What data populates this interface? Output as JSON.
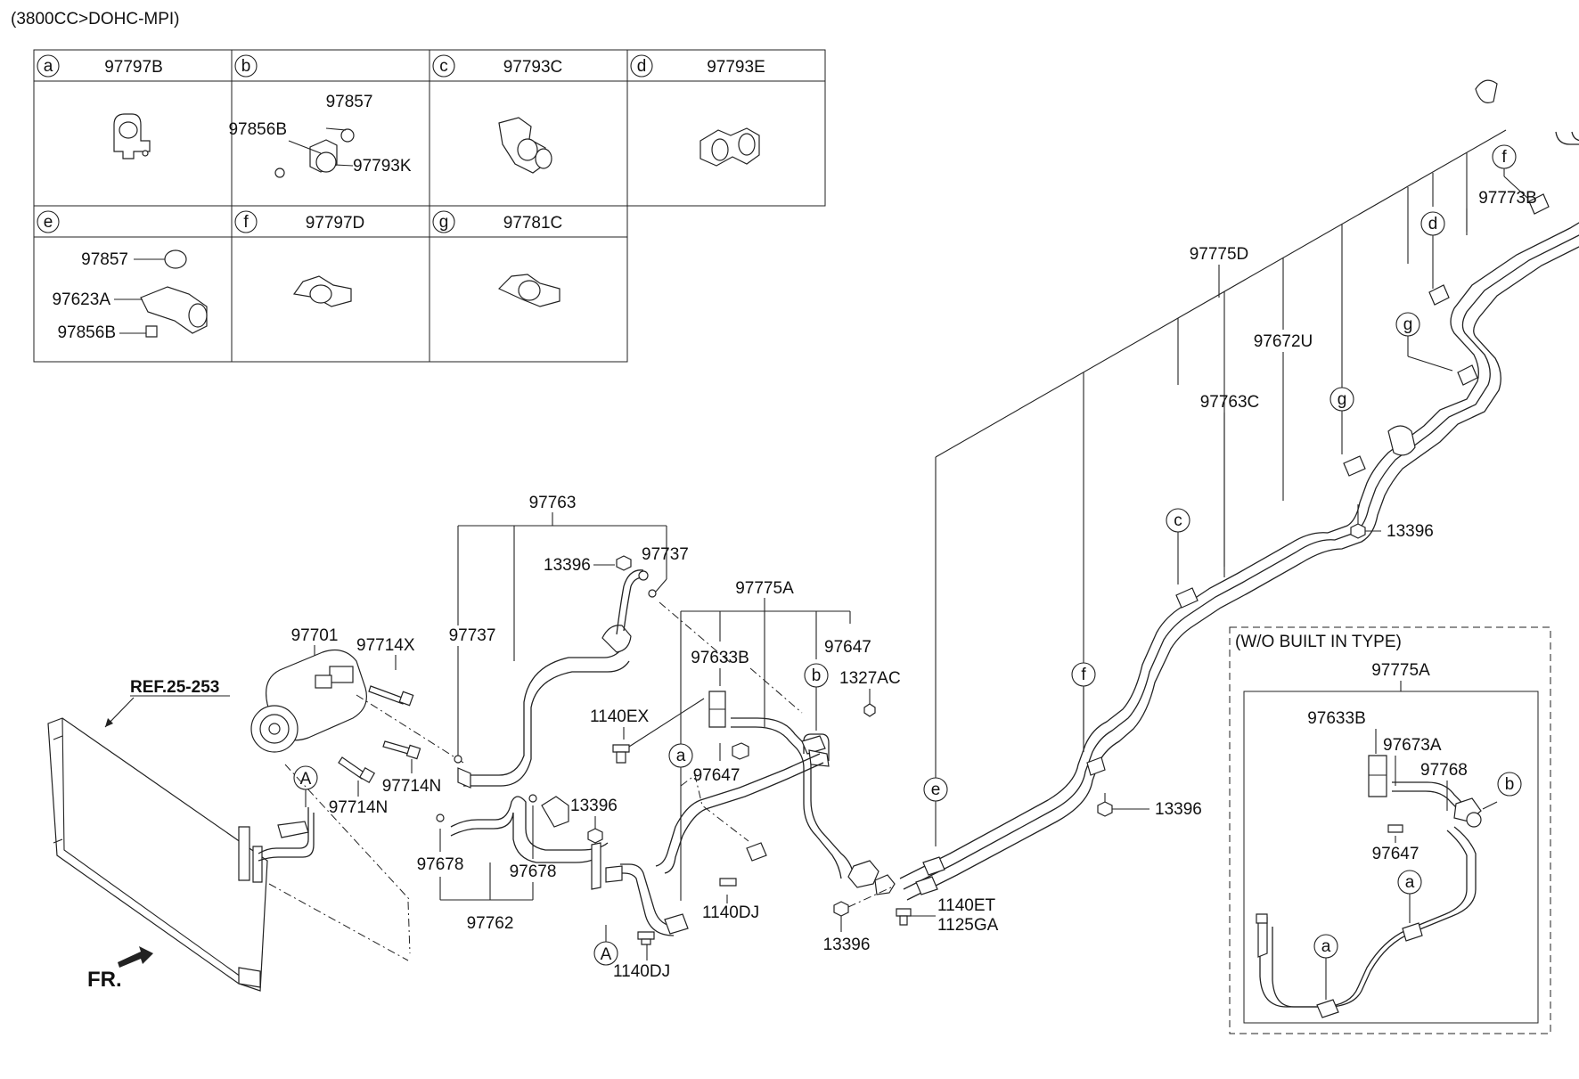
{
  "header": {
    "engine_spec": "(3800CC>DOHC-MPI)"
  },
  "legend": [
    {
      "key": "a",
      "part": "97797B"
    },
    {
      "key": "b",
      "part": ""
    },
    {
      "key": "c",
      "part": "97793C"
    },
    {
      "key": "d",
      "part": "97793E"
    },
    {
      "key": "e",
      "part": ""
    },
    {
      "key": "f",
      "part": "97797D"
    },
    {
      "key": "g",
      "part": "97781C"
    }
  ],
  "legend_b_parts": [
    "97857",
    "97856B",
    "97793K"
  ],
  "legend_e_parts": [
    "97857",
    "97623A",
    "97856B"
  ],
  "ref": "REF.25-253",
  "front_label": "FR.",
  "callouts": {
    "p97701": "97701",
    "p97714X": "97714X",
    "p97714N_a": "97714N",
    "p97714N_b": "97714N",
    "p97737_a": "97737",
    "p97737_b": "97737",
    "p97763": "97763",
    "p13396_a": "13396",
    "p13396_b": "13396",
    "p13396_c": "13396",
    "p13396_d": "13396",
    "p13396_e": "13396",
    "p97678_a": "97678",
    "p97678_b": "97678",
    "p97762": "97762",
    "p97775A": "97775A",
    "p97633B": "97633B",
    "p97647_a": "97647",
    "p97647_b": "97647",
    "p1327AC": "1327AC",
    "p1140EX": "1140EX",
    "p1140DJ_a": "1140DJ",
    "p1140DJ_b": "1140DJ",
    "p1140ET": "1140ET",
    "p1125GA": "1125GA",
    "p97775D": "97775D",
    "p97672U": "97672U",
    "p97763C": "97763C",
    "p97773B": "97773B"
  },
  "markers": {
    "A1": "A",
    "A2": "A",
    "a1": "a",
    "b1": "b",
    "c1": "c",
    "d1": "d",
    "e1": "e",
    "f1": "f",
    "f2": "f",
    "g1": "g",
    "g2": "g"
  },
  "inset": {
    "title": "(W/O BUILT IN TYPE)",
    "assembly": "97775A",
    "parts": [
      "97633B",
      "97673A",
      "97768",
      "97647"
    ],
    "markers": [
      "b",
      "a",
      "a"
    ]
  }
}
